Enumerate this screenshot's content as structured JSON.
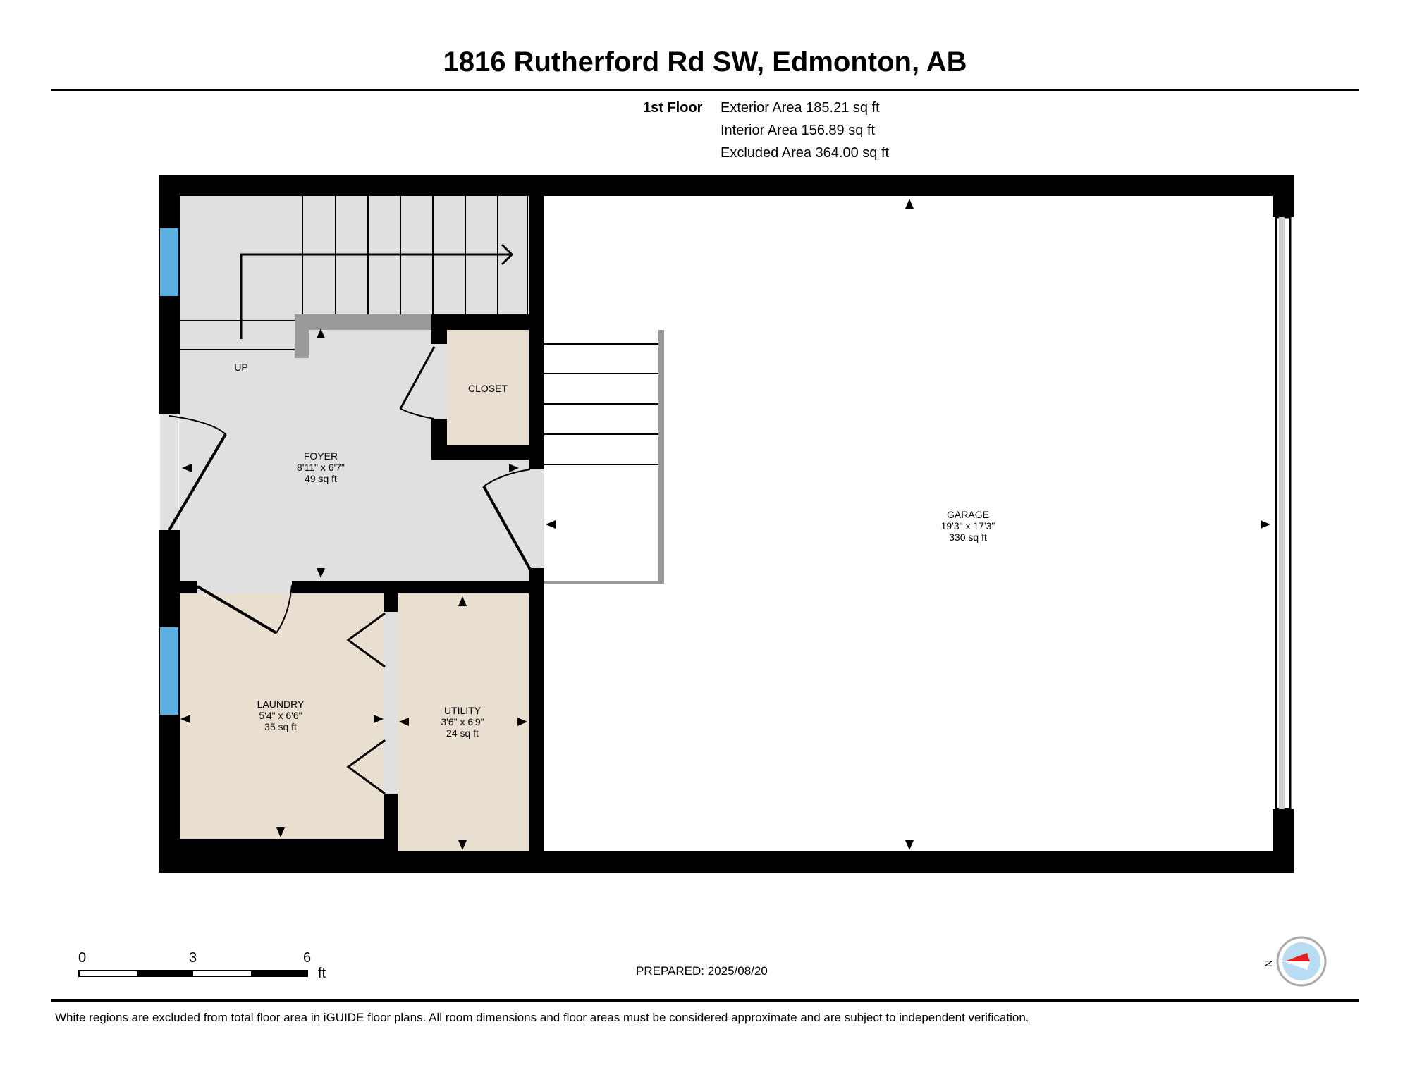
{
  "title": "1816 Rutherford Rd SW, Edmonton, AB",
  "floor": {
    "label": "1st Floor",
    "exterior_area": "Exterior Area 185.21 sq ft",
    "interior_area": "Interior Area 156.89 sq ft",
    "excluded_area": "Excluded Area 364.00 sq ft"
  },
  "rooms": {
    "foyer": {
      "name": "FOYER",
      "dims": "8'11\" x 6'7\"",
      "area": "49 sq ft"
    },
    "closet": {
      "name": "CLOSET"
    },
    "laundry": {
      "name": "LAUNDRY",
      "dims": "5'4\" x 6'6\"",
      "area": "35 sq ft"
    },
    "utility": {
      "name": "UTILITY",
      "dims": "3'6\" x 6'9\"",
      "area": "24 sq ft"
    },
    "garage": {
      "name": "GARAGE",
      "dims": "19'3\" x 17'3\"",
      "area": "330 sq ft"
    },
    "stairs": {
      "label": "UP"
    }
  },
  "scale_bar": {
    "ticks": [
      "0",
      "3",
      "6"
    ],
    "unit": "ft"
  },
  "compass": {
    "label": "N"
  },
  "prepared": "PREPARED: 2025/08/20",
  "disclaimer": "White regions are excluded from total floor area in iGUIDE floor plans. All room dimensions and floor areas must be considered approximate and are subject to independent verification.",
  "colors": {
    "wall": "#000000",
    "foyer_floor": "#e0e0e0",
    "room_floor": "#e8dfd0",
    "window": "#5aaee0",
    "railing": "#999999"
  }
}
